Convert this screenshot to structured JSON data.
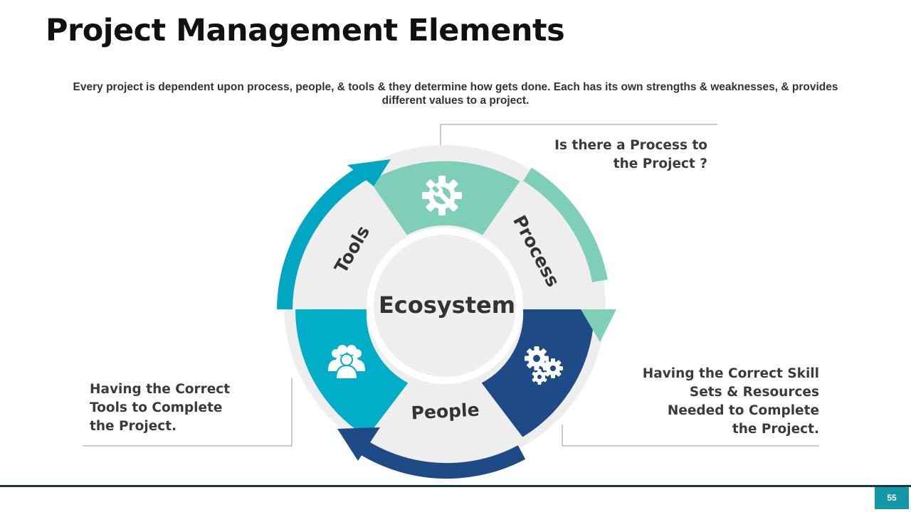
{
  "title": "Project Management Elements",
  "subtitle": "Every project is dependent upon process, people, & tools & they determine how gets done. Each has its own strengths & weaknesses, & provides different values to a project.",
  "diagram": {
    "center_label": "Ecosystem",
    "segments": [
      {
        "label": "Tools",
        "icon": "wrench-gear-icon",
        "color": "#7fcfb8"
      },
      {
        "label": "Process",
        "icon": "gears-icon",
        "color": "#1e4a86"
      },
      {
        "label": "People",
        "icon": "people-group-icon",
        "color": "#00afc7"
      }
    ]
  },
  "notes": {
    "process": [
      "Is there a Process to",
      "the Project ?"
    ],
    "skills": [
      "Having the Correct Skill",
      "Sets & Resources",
      "Needed to Complete",
      "the Project."
    ],
    "tools": [
      "Having the Correct",
      "Tools to Complete",
      "the Project."
    ]
  },
  "page_number": "55"
}
